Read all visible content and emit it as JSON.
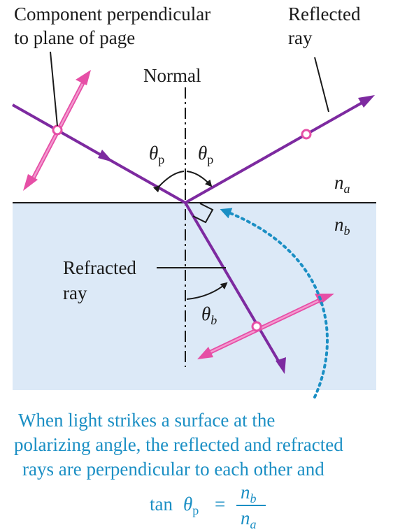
{
  "labels": {
    "component_line1": "Component perpendicular",
    "component_line2": "to plane of page",
    "reflected_line1": "Reflected",
    "reflected_line2": "ray",
    "normal": "Normal",
    "theta": "θ",
    "sub_p": "p",
    "sub_b": "b",
    "n": "n",
    "sub_a": "a",
    "refracted_line1": "Refracted",
    "refracted_line2": "ray"
  },
  "caption": {
    "line1": "When light strikes a surface at the",
    "line2": "polarizing angle, the reflected and refracted",
    "line3": "rays are perpendicular to each other and",
    "tan": "tan",
    "equals": "=",
    "n": "n",
    "sub_a": "a",
    "sub_b": "b",
    "sub_p": "p",
    "theta": "θ"
  },
  "colors": {
    "ray": "#7d2aa0",
    "polarization": "#e64fa6",
    "polarization_fill": "#f39ad0",
    "medium_b": "#dce9f7",
    "caption_text": "#1b8fc4",
    "line": "#1a1a1a"
  }
}
